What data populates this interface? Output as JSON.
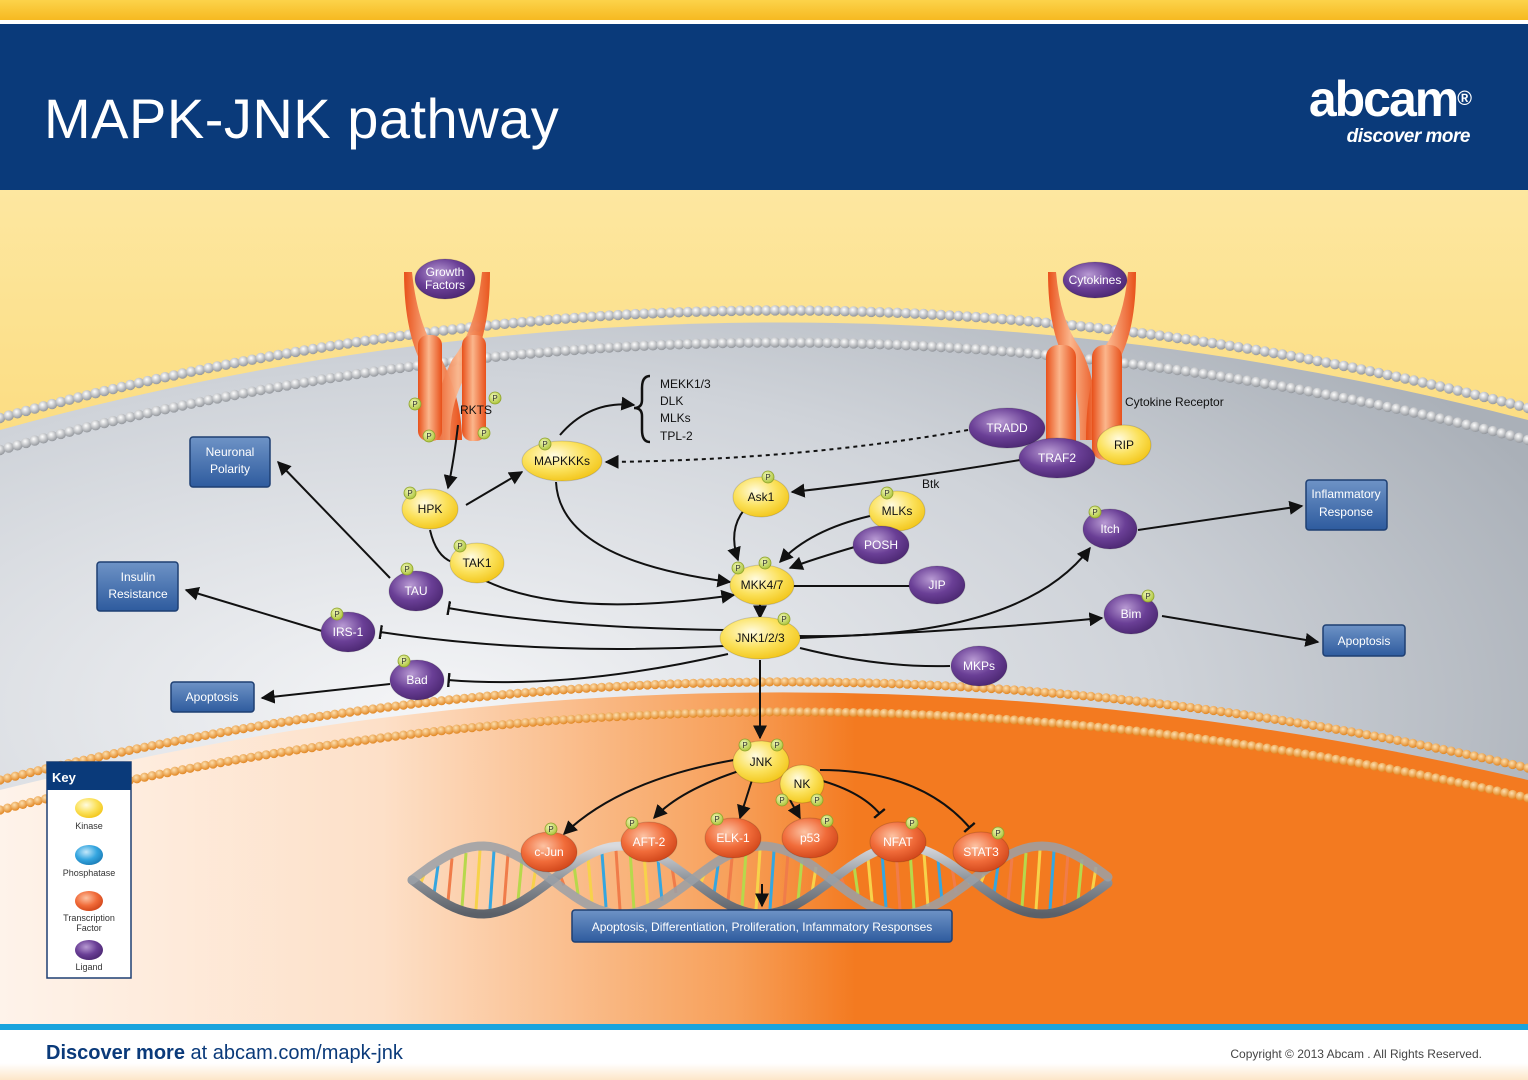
{
  "header": {
    "title": "MAPK-JNK pathway",
    "logo_word": "abcam",
    "logo_reg": "®",
    "logo_tagline": "discover more"
  },
  "diagram": {
    "receptors": {
      "growth_factors_line1": "Growth",
      "growth_factors_line2": "Factors",
      "rkts": "RKTS",
      "cytokines": "Cytokines",
      "cytokine_receptor": "Cytokine Receptor"
    },
    "mapkkk_list": [
      "MEKK1/3",
      "DLK",
      "MLKs",
      "TPL-2"
    ],
    "nodes": {
      "mapkkks": "MAPKKKs",
      "hpk": "HPK",
      "tak1": "TAK1",
      "tau": "TAU",
      "irs1": "IRS-1",
      "bad": "Bad",
      "ask1": "Ask1",
      "mlks": "MLKs",
      "btk": "Btk",
      "posh": "POSH",
      "jip": "JIP",
      "mkk47": "MKK4/7",
      "jnk123": "JNK1/2/3",
      "tradd": "TRADD",
      "traf2": "TRAF2",
      "rip": "RIP",
      "itch": "Itch",
      "bim": "Bim",
      "mkps": "MKPs",
      "jnk": "JNK",
      "nk": "NK",
      "cjun": "c-Jun",
      "aft2": "AFT-2",
      "elk1": "ELK-1",
      "p53": "p53",
      "nfat": "NFAT",
      "stat3": "STAT3"
    },
    "phospho_label": "P",
    "outcomes": {
      "neuronal_polarity_line1": "Neuronal",
      "neuronal_polarity_line2": "Polarity",
      "insulin_resistance_line1": "Insulin",
      "insulin_resistance_line2": "Resistance",
      "apoptosis_left": "Apoptosis",
      "inflammatory_line1": "Inflammatory",
      "inflammatory_line2": "Response",
      "apoptosis_right": "Apoptosis",
      "nuclear": "Apoptosis, Differentiation, Proliferation, Infammatory Responses"
    },
    "key": {
      "title": "Key",
      "kinase": "Kinase",
      "phosphatase": "Phosphatase",
      "tf_line1": "Transcription",
      "tf_line2": "Factor",
      "ligand": "Ligand"
    }
  },
  "footer": {
    "discover": "Discover more",
    "at_link": " at abcam.com/mapk-jnk",
    "copyright": "Copyright © 2013 Abcam . All Rights Reserved."
  },
  "colors": {
    "header_blue": "#0a3a7a",
    "kinase_yellow": "#fbe15a",
    "ligand_purple": "#6a3f96",
    "transcription_orange": "#f16c3a",
    "phosphatase_blue": "#35a6e0",
    "phospho_green": "#c6dc4b",
    "nucleus_orange": "#f37a20"
  }
}
